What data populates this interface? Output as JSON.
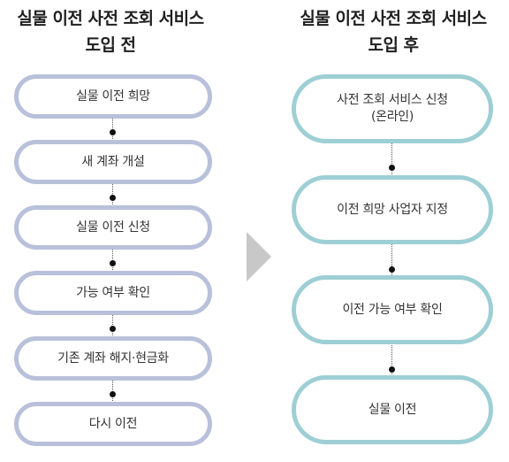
{
  "before": {
    "title_line1": "실물 이전 사전 조회 서비스",
    "title_line2": "도입 전",
    "steps": [
      "실물 이전 희망",
      "새 계좌 개설",
      "실물 이전 신청",
      "가능 여부 확인",
      "기존 계좌 해지·현금화",
      "다시 이전"
    ]
  },
  "after": {
    "title_line1": "실물 이전 사전 조회 서비스",
    "title_line2": "도입 후",
    "steps": [
      {
        "line1": "사전 조회 서비스 신청",
        "line2": "(온라인)"
      },
      {
        "line1": "이전 희망 사업자 지정",
        "line2": ""
      },
      {
        "line1": "이전 가능 여부 확인",
        "line2": ""
      },
      {
        "line1": "실물 이전",
        "line2": ""
      }
    ]
  },
  "colors": {
    "before_border": "#b9c0da",
    "after_border": "#9dcfd4",
    "arrow": "#c8c8c8"
  }
}
